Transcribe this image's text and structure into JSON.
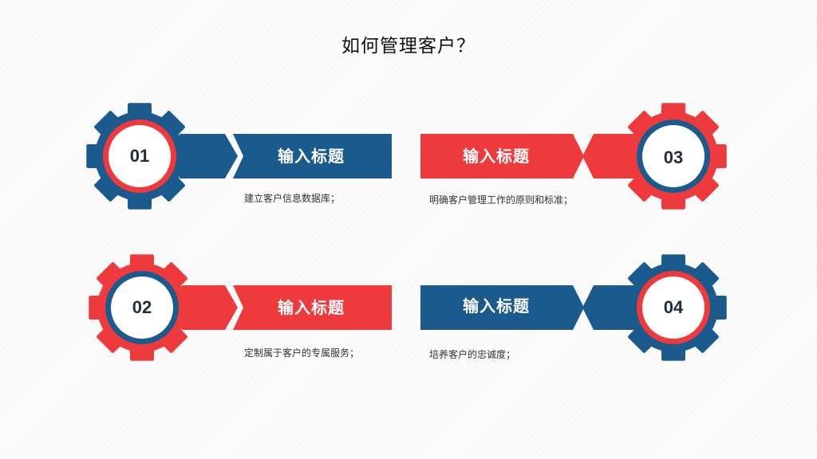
{
  "page": {
    "title": "如何管理客户？"
  },
  "colors": {
    "blue": "#1b5a8c",
    "red": "#ee3a3c"
  },
  "cards": [
    {
      "number": "01",
      "heading": "输入标题",
      "description": "建立客户信息数据库；",
      "gear_color": "#1b5a8c",
      "ring_color": "#ee3a3c",
      "banner_color": "#1b5a8c"
    },
    {
      "number": "02",
      "heading": "输入标题",
      "description": "定制属于客户的专属服务；",
      "gear_color": "#ee3a3c",
      "ring_color": "#1b5a8c",
      "banner_color": "#ee3a3c"
    },
    {
      "number": "03",
      "heading": "输入标题",
      "description": "明确客户管理工作的原则和标准；",
      "gear_color": "#ee3a3c",
      "ring_color": "#1b5a8c",
      "banner_color": "#ee3a3c"
    },
    {
      "number": "04",
      "heading": "输入标题",
      "description": "培养客户的忠诚度；",
      "gear_color": "#1b5a8c",
      "ring_color": "#ee3a3c",
      "banner_color": "#1b5a8c"
    }
  ]
}
